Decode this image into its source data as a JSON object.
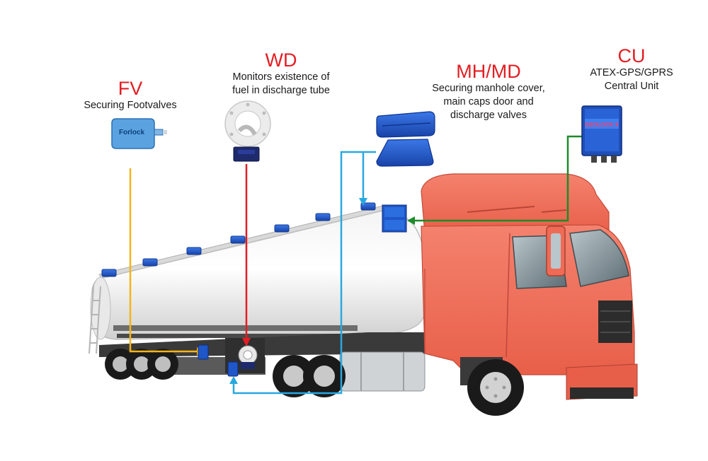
{
  "labels": {
    "fv": {
      "code": "FV",
      "lines": [
        "Securing Footvalves"
      ]
    },
    "wd": {
      "code": "WD",
      "lines": [
        "Monitors existence of",
        "fuel in discharge tube"
      ]
    },
    "mh": {
      "code": "MH/MD",
      "lines": [
        "Securing manhole cover,",
        "main caps door and",
        "discharge valves"
      ]
    },
    "cu": {
      "code": "CU",
      "lines": [
        "ATEX-GPS/GPRS",
        "Central Unit"
      ]
    }
  },
  "devices": {
    "fv_brand": "Forlock",
    "cu_brand": "GEOLOCK X"
  },
  "colors": {
    "code_red": "#e31e24",
    "fv_line": "#f5b41a",
    "wd_line": "#e31e24",
    "mh_line": "#29a8e0",
    "cu_line": "#1e8a2a",
    "cab": "#f06b55",
    "device_blue": "#1f56c8"
  }
}
